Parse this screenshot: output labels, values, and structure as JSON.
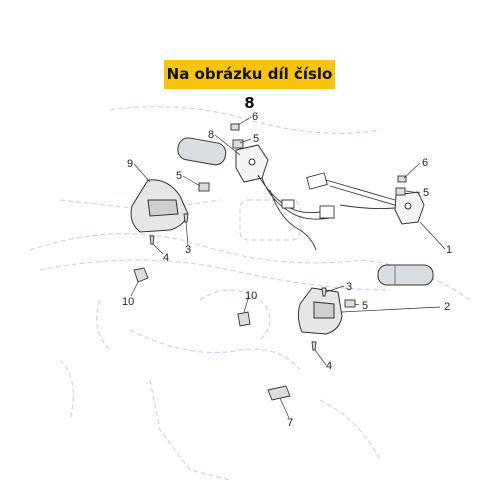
{
  "banner": {
    "text": "Na obrázku díl číslo 8"
  },
  "callouts": [
    {
      "id": "c6a",
      "label": "6"
    },
    {
      "id": "c5a",
      "label": "5"
    },
    {
      "id": "c8",
      "label": "8"
    },
    {
      "id": "c9",
      "label": "9"
    },
    {
      "id": "c5b",
      "label": "5"
    },
    {
      "id": "c3a",
      "label": "3"
    },
    {
      "id": "c4a",
      "label": "4"
    },
    {
      "id": "c10a",
      "label": "10"
    },
    {
      "id": "c6b",
      "label": "6"
    },
    {
      "id": "c5c",
      "label": "5"
    },
    {
      "id": "c1",
      "label": "1"
    },
    {
      "id": "c10b",
      "label": "10"
    },
    {
      "id": "c3b",
      "label": "3"
    },
    {
      "id": "c5d",
      "label": "5"
    },
    {
      "id": "c2",
      "label": "2"
    },
    {
      "id": "c4b",
      "label": "4"
    },
    {
      "id": "c7",
      "label": "7"
    }
  ],
  "colors": {
    "banner_bg": "#f6c30e",
    "ghost": "#c9d5e3",
    "line": "#333333"
  }
}
